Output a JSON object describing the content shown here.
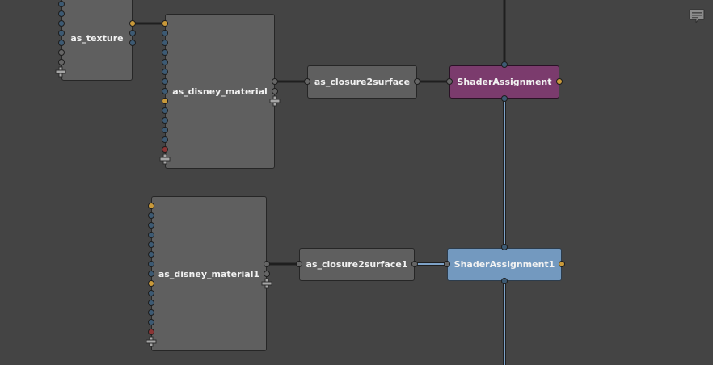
{
  "nodes": {
    "as_texture": {
      "label": "as_texture"
    },
    "as_disney_material": {
      "label": "as_disney_material"
    },
    "as_closure2surface": {
      "label": "as_closure2surface"
    },
    "shader_assignment": {
      "label": "ShaderAssignment",
      "color": "#7b3b6d"
    },
    "as_disney_material1": {
      "label": "as_disney_material1"
    },
    "as_closure2surface1": {
      "label": "as_closure2surface1"
    },
    "shader_assignment1": {
      "label": "ShaderAssignment1",
      "color": "#7399bf"
    }
  },
  "port_colors": {
    "default": "#3d5a73",
    "float": "#666666",
    "color": "#c9993a",
    "special": "#8b3535"
  },
  "connection_colors": {
    "default": "#1f1f1f",
    "highlighted": "#7ea2c7"
  },
  "icons": {
    "add_port": "plus-icon",
    "comment": "speech-bubble-icon"
  }
}
